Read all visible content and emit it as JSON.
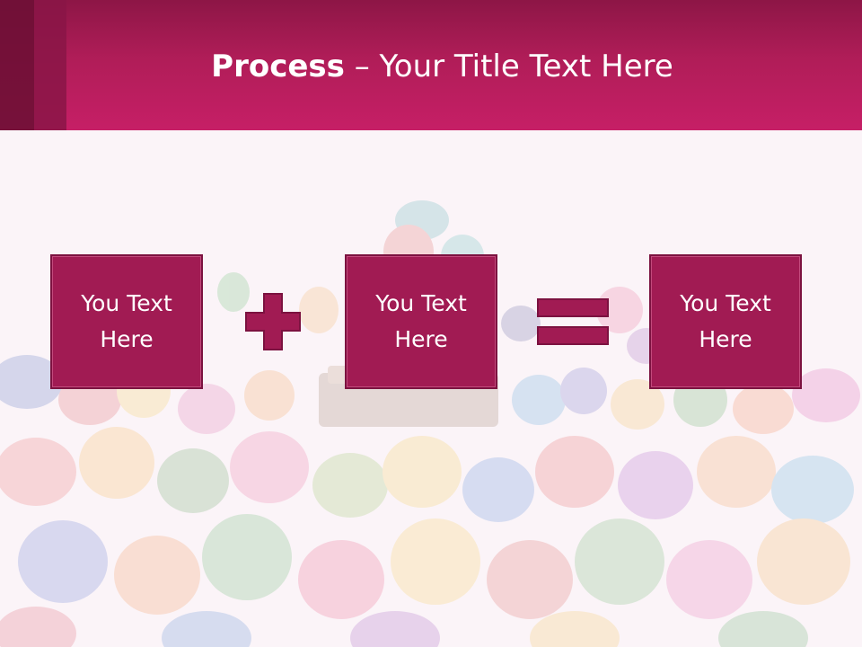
{
  "slide": {
    "title_bold": "Process",
    "title_sep": " – ",
    "title_rest": "Your Title Text Here"
  },
  "boxes": [
    {
      "line1": "You Text",
      "line2": "Here"
    },
    {
      "line1": "You Text",
      "line2": "Here"
    },
    {
      "line1": "You Text",
      "line2": "Here"
    }
  ],
  "colors": {
    "header_accent": "#c61f66",
    "box_fill": "#a11b53",
    "operator_fill": "#a11b53"
  },
  "icons": {
    "operator_1": "plus-icon",
    "operator_2": "equals-icon",
    "background": "colorful-clay-figures-crowd-photo"
  }
}
